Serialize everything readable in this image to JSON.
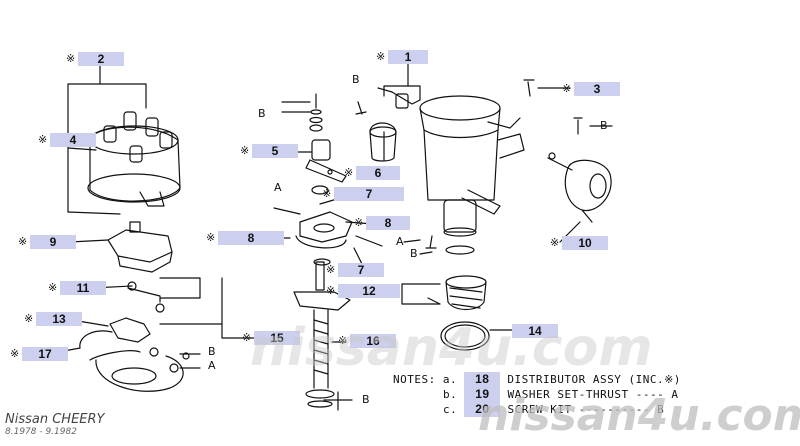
{
  "callouts": [
    {
      "num": "2",
      "star": "※"
    },
    {
      "num": "4",
      "star": "※"
    },
    {
      "num": "9",
      "star": "※"
    },
    {
      "num": "11",
      "star": "※"
    },
    {
      "num": "13",
      "star": "※"
    },
    {
      "num": "17",
      "star": "※"
    },
    {
      "num": "1",
      "star": "※"
    },
    {
      "num": "3",
      "star": "※"
    },
    {
      "num": "5",
      "star": "※"
    },
    {
      "num": "6",
      "star": "※"
    },
    {
      "num": "7",
      "star": "※"
    },
    {
      "num": "8",
      "star": "※"
    },
    {
      "num": "8",
      "star": "※"
    },
    {
      "num": "7",
      "star": "※"
    },
    {
      "num": "10",
      "star": "※"
    },
    {
      "num": "12",
      "star": "※"
    },
    {
      "num": "14",
      "star": ""
    },
    {
      "num": "15",
      "star": "※"
    },
    {
      "num": "16",
      "star": "※"
    }
  ],
  "letters": [
    "B",
    "B",
    "A",
    "B",
    "A",
    "B",
    "B",
    "A",
    "B"
  ],
  "notes": {
    "heading": "NOTES:",
    "rows": [
      {
        "key": "a.",
        "num": "18",
        "text": "DISTRIBUTOR ASSY (INC.※)"
      },
      {
        "key": "b.",
        "num": "19",
        "text": "WASHER SET-THRUST ---- A"
      },
      {
        "key": "c.",
        "num": "20",
        "text": "SCREW KIT ---------- B"
      }
    ]
  },
  "brand": {
    "title": "Nissan CHEERY",
    "dates": "8.1978 - 9.1982"
  },
  "watermark": {
    "center": "nissan4u.com",
    "corner": "nissan4u.com"
  },
  "colors": {
    "callout_bg": "#ccd0ee",
    "line": "#111111",
    "watermark": "#d9d9d9"
  }
}
